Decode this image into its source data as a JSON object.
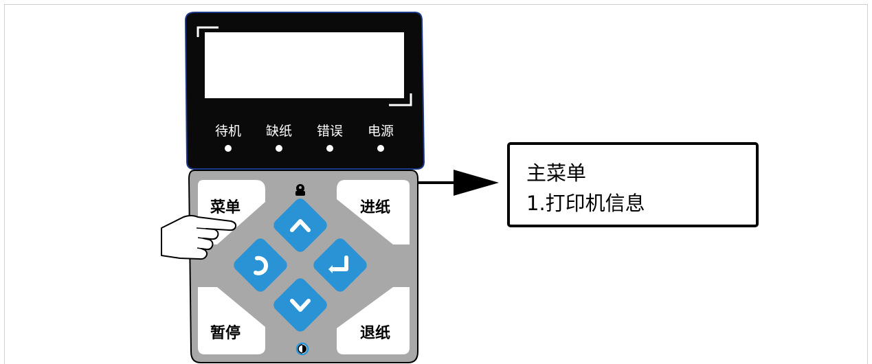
{
  "indicators": [
    {
      "label": "待机"
    },
    {
      "label": "缺纸"
    },
    {
      "label": "错误"
    },
    {
      "label": "电源"
    }
  ],
  "keys": {
    "menu": "菜单",
    "feed": "进纸",
    "pause": "暂停",
    "retract": "退纸"
  },
  "menu_display": {
    "line1": "主菜单",
    "line2": "1.打印机信息"
  },
  "colors": {
    "panel_black": "#0a0a0a",
    "panel_outline": "#1d3a8a",
    "keypad_gray": "#a8a8a8",
    "nav_blue": "#2a93d5",
    "led_white": "#ffffff"
  },
  "icons": {
    "top_center": "cloud-person-icon",
    "bottom_center": "contrast-icon",
    "nav_up": "chevron-up-icon",
    "nav_down": "chevron-down-icon",
    "nav_left": "back-arc-icon",
    "nav_right": "enter-arrow-icon",
    "pointer": "pointing-hand-icon"
  }
}
